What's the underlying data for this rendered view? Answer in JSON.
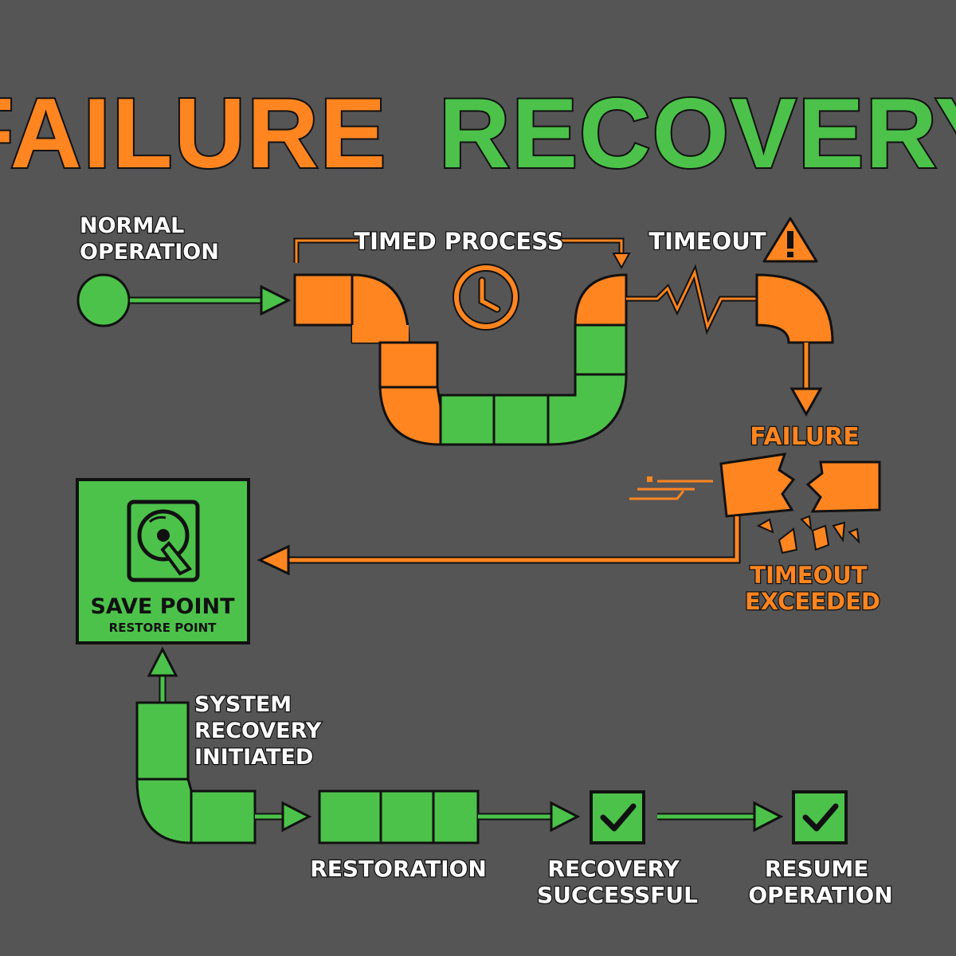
{
  "title": {
    "part1": "FAILURE",
    "part2": "RECOVERY"
  },
  "colors": {
    "background": "#555555",
    "orange": "#ff8520",
    "green": "#4cc24a",
    "outline": "#111111",
    "text": "#ffffff"
  },
  "labels": {
    "normal_operation": [
      "NORMAL",
      "OPERATION"
    ],
    "timed_process": "TIMED PROCESS",
    "timeout": "TIMEOUT",
    "failure": "FAILURE",
    "timeout_exceeded": [
      "TIMEOUT",
      "EXCEEDED"
    ],
    "save_point": "SAVE POINT",
    "restore_point": "RESTORE POINT",
    "system_recovery": [
      "SYSTEM",
      "RECOVERY",
      "INITIATED"
    ],
    "restoration": "RESTORATION",
    "recovery_successful": [
      "RECOVERY",
      "SUCCESSFUL"
    ],
    "resume_operation": [
      "RESUME",
      "OPERATION"
    ]
  },
  "icons": {
    "clock": "clock-icon",
    "warning": "warning-triangle-icon",
    "save_point": "hard-drive-icon",
    "check": "checkmark-icon",
    "start": "start-node-icon"
  }
}
